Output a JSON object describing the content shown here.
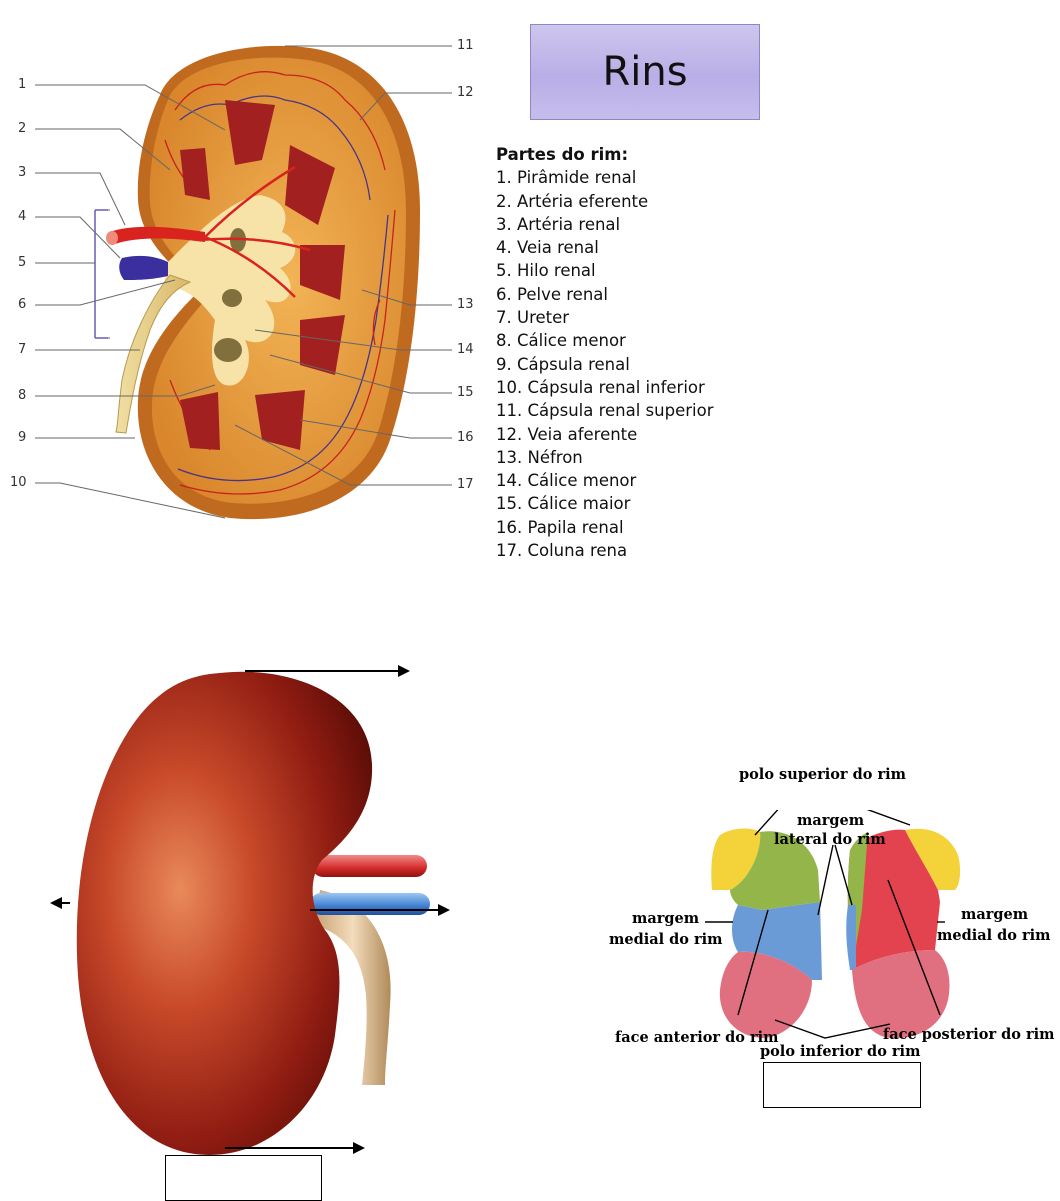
{
  "title": "Rins",
  "legend": {
    "heading": "Partes do rim:",
    "items": [
      "1. Pirâmide renal",
      "2. Artéria eferente",
      "3. Artéria renal",
      "4. Veia renal",
      "5. Hilo renal",
      "6. Pelve renal",
      "7. Ureter",
      "8. Cálice menor",
      "9. Cápsula renal",
      "10. Cápsula renal inferior",
      "11. Cápsula renal superior",
      "12. Veia aferente",
      "13. Néfron",
      "14. Cálice menor",
      "15. Cálice maior",
      "16. Papila renal",
      "17. Coluna rena"
    ]
  },
  "callouts_left": [
    "1",
    "2",
    "3",
    "4",
    "5",
    "6",
    "7",
    "8",
    "9",
    "10"
  ],
  "callouts_right": [
    "11",
    "12",
    "13",
    "14",
    "15",
    "16",
    "17"
  ],
  "kidney_views": {
    "polo_superior": "polo superior do rim",
    "margem_lateral": [
      "margem",
      "lateral do rim"
    ],
    "margem_medial_left": [
      "margem",
      "medial do rim"
    ],
    "margem_medial_right": [
      "margem",
      "medial do rim"
    ],
    "face_anterior": "face anterior do rim",
    "face_posterior": "face posterior do rim",
    "polo_inferior": "polo inferior do rim"
  },
  "colors": {
    "title_bg": "#c3b8ea",
    "cortex": "#e39a3a",
    "capsule": "#c06a1f",
    "pyramid": "#a2201f",
    "pelvis": "#f6dfa8",
    "artery": "#d9231f",
    "vein": "#3a2a8f",
    "view_yellow": "#f4d23a",
    "view_green": "#93b54a",
    "view_blue": "#6b9bd6",
    "view_red": "#e2434f",
    "view_pink": "#e07080"
  }
}
